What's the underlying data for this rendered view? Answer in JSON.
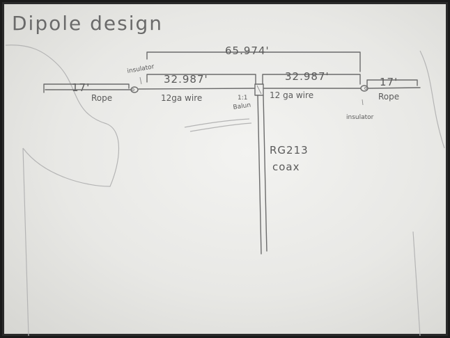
{
  "diagram": {
    "title": "Dipole design",
    "total_length": "65.974'",
    "left_leg_length": "32.987'",
    "right_leg_length": "32.987'",
    "left_rope_length": "17'",
    "right_rope_length": "17'",
    "left_rope_label": "Rope",
    "right_rope_label": "Rope",
    "left_wire_label": "12ga wire",
    "right_wire_label": "12 ga wire",
    "left_insulator_label": "insulator",
    "right_insulator_label": "insulator",
    "balun_ratio": "1:1",
    "balun_label": "Balun",
    "coax_type": "RG213",
    "coax_label": "coax"
  }
}
